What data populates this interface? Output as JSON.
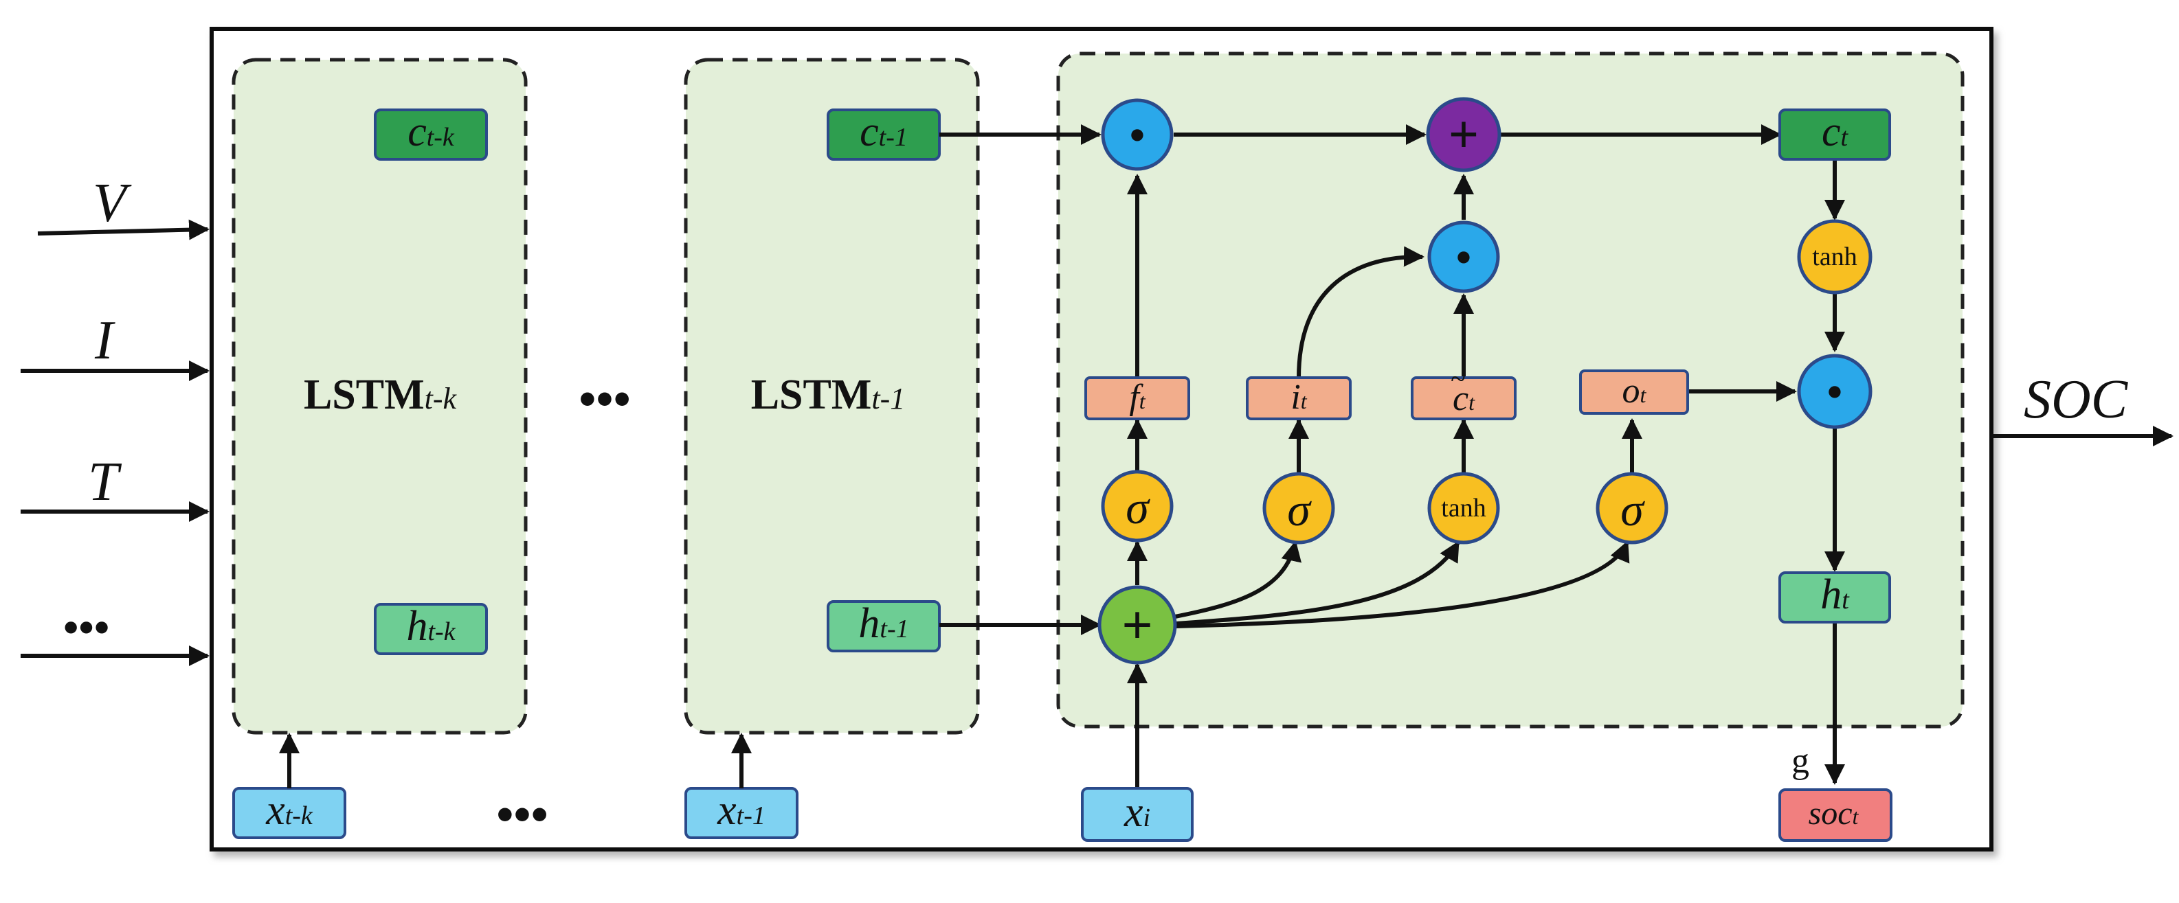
{
  "inputs": {
    "v": "V",
    "i": "I",
    "t": "T",
    "more": "•••"
  },
  "output": {
    "label": "SOC"
  },
  "cells": {
    "lstm_tk": {
      "label": "LSTM",
      "sub": "t-k",
      "c_main": "c",
      "c_sub": "t-k",
      "h_main": "h",
      "h_sub": "t-k",
      "x_main": "x",
      "x_sub": "t-k"
    },
    "lstm_t1": {
      "label": "LSTM",
      "sub": "t-1",
      "c_main": "c",
      "c_sub": "t-1",
      "h_main": "h",
      "h_sub": "t-1",
      "x_main": "x",
      "x_sub": "t-1"
    },
    "between_dots": "•••",
    "bottom_dots": "•••"
  },
  "gates": {
    "f_main": "f",
    "f_sub": "t",
    "i_main": "i",
    "i_sub": "t",
    "c_main": "c",
    "c_tilde": "~",
    "c_sub": "t",
    "o_main": "o",
    "o_sub": "t"
  },
  "activations": {
    "sigma": "σ",
    "tanh": "tanh"
  },
  "operators": {
    "mult": "•",
    "plus": "+"
  },
  "current_cell": {
    "c_main": "c",
    "c_sub": "t",
    "h_main": "h",
    "h_sub": "t",
    "x_main": "x",
    "x_sub": "i",
    "soc_main": "soc",
    "soc_sub": "t",
    "g_label": "g"
  },
  "colors": {
    "panel_fill": "#e3efd9",
    "c_box": "#2e9e4f",
    "h_box": "#6dcd94",
    "x_box": "#7fd2f2",
    "gate_box": "#f2ad8c",
    "soc_box": "#f17f7f",
    "mult_circle": "#2aa8ea",
    "plus_circle_top": "#7b2aa0",
    "plus_circle_bottom": "#7ac142",
    "activation_circle": "#f8bf21"
  }
}
